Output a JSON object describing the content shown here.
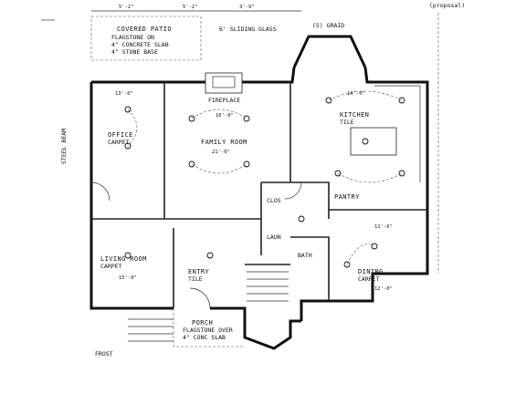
{
  "rooms": {
    "covered_patio": "COVERED PATIO",
    "covered_patio_note1": "FLAGSTONE ON",
    "covered_patio_note2": "4\" CONCRETE SLAB",
    "covered_patio_note3": "4\" STONE BASE",
    "family_room": "FAMILY ROOM",
    "family_room_dim": "21'-0\"",
    "office": "OFFICE",
    "office_finish": "CARPET",
    "kitchen": "KITCHEN",
    "kitchen_finish": "TILE",
    "pantry": "PANTRY",
    "dining": "DINING",
    "dining_finish": "CARPET",
    "living_room": "LIVING ROOM",
    "living_finish": "CARPET",
    "entry": "ENTRY",
    "entry_finish": "TILE",
    "porch": "PORCH",
    "porch_note1": "FLAGSTONE OVER",
    "porch_note2": "4\" CONC SLAB",
    "fireplace": "FIREPLACE",
    "bath": "BATH",
    "closet": "CLOS",
    "laundry": "LAUN"
  },
  "notes": {
    "bay_window": "(5) GRAID",
    "window_note": "6' SLIDING GLASS",
    "right_margin": "(proposal)",
    "beam_left": "STEEL BEAM",
    "frost": "FROST"
  },
  "dimensions": {
    "top_left": "5'-2\"",
    "top_mid": "5'-2\"",
    "top_right": "3'-9\"",
    "span_a": "13'-0\"",
    "span_b": "16'-0\"",
    "span_c": "15'-0\"",
    "span_d": "12'-0\"",
    "span_e": "11'-6\"",
    "span_f": "14'-0\""
  }
}
